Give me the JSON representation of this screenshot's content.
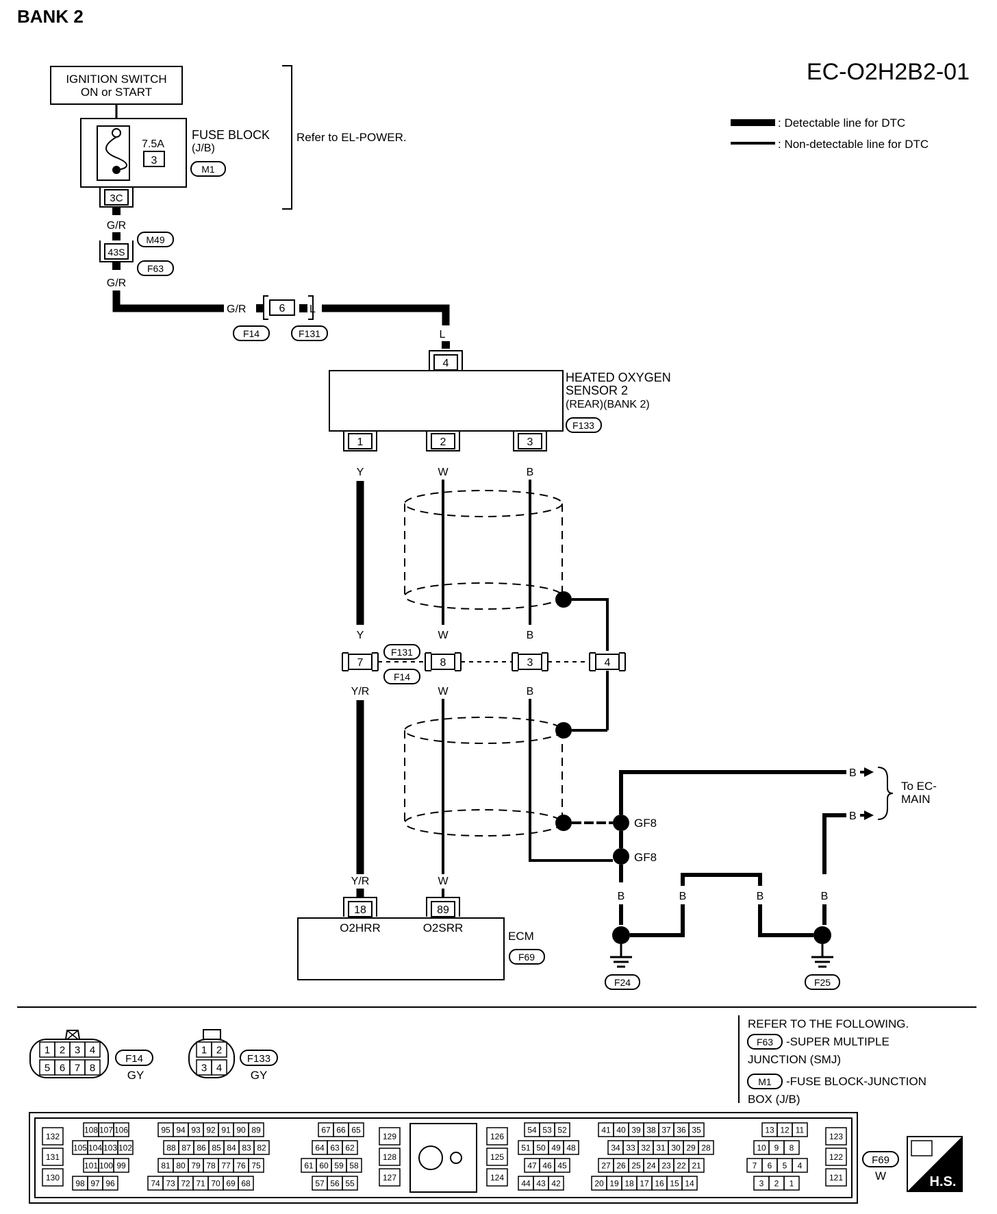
{
  "header": {
    "bank": "BANK 2",
    "code": "EC-O2H2B2-01"
  },
  "legend": {
    "detectable": ": Detectable line for DTC",
    "non_detectable": ": Non-detectable line for DTC"
  },
  "power": {
    "ignition_line1": "IGNITION SWITCH",
    "ignition_line2": "ON or START",
    "fuse_block_line1": "FUSE BLOCK",
    "fuse_block_line2": "(J/B)",
    "fuse_rating": "7.5A",
    "fuse_number": "3",
    "fuse_connector": "M1",
    "fuse_terminal": "3C",
    "refer": "Refer to EL-POWER."
  },
  "connectors": {
    "m49": "M49",
    "f63": "F63",
    "smj_terminal": "43S",
    "f14": "F14",
    "f131": "F131",
    "inline_pin": "6",
    "f133": "F133",
    "f69": "F69",
    "f24": "F24",
    "f25": "F25"
  },
  "wires": {
    "gr": "G/R",
    "l": "L",
    "y": "Y",
    "w": "W",
    "b": "B",
    "yr": "Y/R"
  },
  "sensor": {
    "line1": "HEATED OXYGEN",
    "line2": "SENSOR 2",
    "line3": "(REAR)(BANK 2)",
    "pins": [
      "4",
      "1",
      "2",
      "3"
    ]
  },
  "joint": {
    "pins": [
      "7",
      "8",
      "3",
      "4"
    ]
  },
  "ground": {
    "gf8": "GF8",
    "to_ec_main_1": "To EC-",
    "to_ec_main_2": "MAIN"
  },
  "ecm": {
    "label": "ECM",
    "pin_18": "18",
    "pin_89": "89",
    "o2hrr": "O2HRR",
    "o2srr": "O2SRR"
  },
  "connector_views": {
    "f14_color": "GY",
    "f133_color": "GY",
    "f69_color": "W",
    "f14_pins_top": [
      "1",
      "2",
      "3",
      "4"
    ],
    "f14_pins_bottom": [
      "5",
      "6",
      "7",
      "8"
    ],
    "f133_pins_top": [
      "1",
      "2"
    ],
    "f133_pins_bottom": [
      "3",
      "4"
    ]
  },
  "refer_box": {
    "title": "REFER TO THE FOLLOWING.",
    "f63_desc": "-SUPER MULTIPLE",
    "f63_desc2": "JUNCTION (SMJ)",
    "m1_desc": "-FUSE BLOCK-JUNCTION",
    "m1_desc2": "BOX (J/B)"
  },
  "ecm_connector": {
    "col_left": [
      "132",
      "131",
      "130"
    ],
    "g1": [
      [
        "108",
        "107",
        "106"
      ],
      [
        "105",
        "104",
        "103",
        "102"
      ],
      [
        "101",
        "100",
        "99"
      ],
      [
        "98",
        "97",
        "96"
      ]
    ],
    "g2": [
      [
        "95",
        "94",
        "93",
        "92",
        "91",
        "90",
        "89"
      ],
      [
        "88",
        "87",
        "86",
        "85",
        "84",
        "83",
        "82"
      ],
      [
        "81",
        "80",
        "79",
        "78",
        "77",
        "76",
        "75"
      ],
      [
        "74",
        "73",
        "72",
        "71",
        "70",
        "69",
        "68"
      ]
    ],
    "g3": [
      [
        "67",
        "66",
        "65"
      ],
      [
        "64",
        "63",
        "62"
      ],
      [
        "61",
        "60",
        "59",
        "58"
      ],
      [
        "57",
        "56",
        "55"
      ]
    ],
    "col_mid1": [
      "129",
      "128",
      "127"
    ],
    "col_mid2": [
      "126",
      "125",
      "124"
    ],
    "g4": [
      [
        "54",
        "53",
        "52"
      ],
      [
        "51",
        "50",
        "49",
        "48"
      ],
      [
        "47",
        "46",
        "45"
      ],
      [
        "44",
        "43",
        "42"
      ]
    ],
    "g5": [
      [
        "41",
        "40",
        "39",
        "38",
        "37",
        "36",
        "35"
      ],
      [
        "34",
        "33",
        "32",
        "31",
        "30",
        "29",
        "28"
      ],
      [
        "27",
        "26",
        "25",
        "24",
        "23",
        "22",
        "21"
      ],
      [
        "20",
        "19",
        "18",
        "17",
        "16",
        "15",
        "14"
      ]
    ],
    "g6": [
      [
        "13",
        "12",
        "11"
      ],
      [
        "10",
        "9",
        "8"
      ],
      [
        "7",
        "6",
        "5",
        "4"
      ],
      [
        "3",
        "2",
        "1"
      ]
    ],
    "col_right": [
      "123",
      "122",
      "121"
    ],
    "hs_badge": "H.S."
  }
}
